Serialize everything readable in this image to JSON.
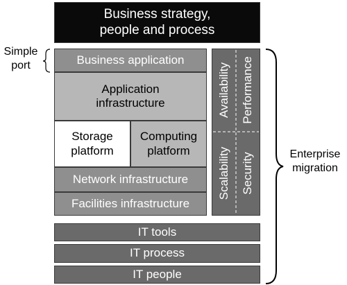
{
  "blocks": {
    "strategy": "Business strategy,\npeople and process",
    "business_application": "Business application",
    "application_infrastructure": "Application\ninfrastructure",
    "storage_platform": "Storage\nplatform",
    "computing_platform": "Computing\nplatform",
    "network_infrastructure": "Network infrastructure",
    "facilities_infrastructure": "Facilities infrastructure",
    "it_tools": "IT tools",
    "it_process": "IT process",
    "it_people": "IT people"
  },
  "side_column": {
    "availability": "Availability",
    "performance": "Performance",
    "scalability": "Scalability",
    "security": "Security"
  },
  "labels": {
    "simple_port": "Simple\nport",
    "enterprise_migration": "Enterprise\nmigration"
  }
}
